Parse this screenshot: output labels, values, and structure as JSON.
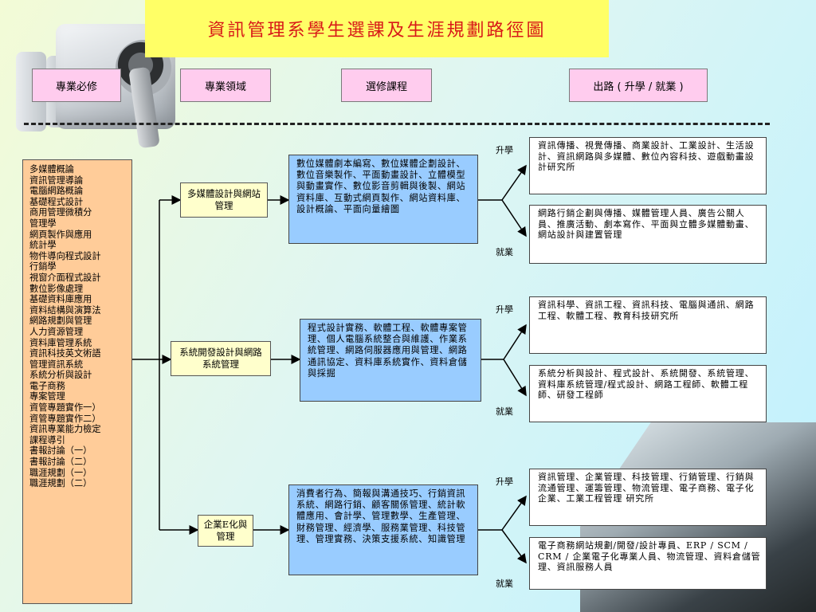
{
  "title": "資訊管理系學生選課及生涯規劃路徑圖",
  "headers": {
    "required": "專業必修",
    "domain": "專業領域",
    "elective": "選修課程",
    "career": "出路 ( 升學 / 就業 )"
  },
  "core_courses": [
    "多媒體概論",
    "資訊管理導論",
    "電腦網路概論",
    "基礎程式設計",
    "商用管理微積分",
    "管理學",
    "網頁製作與應用",
    "統計學",
    "物件導向程式設計",
    "行銷學",
    "視窗介面程式設計",
    "數位影像處理",
    "基礎資料庫應用",
    "資料結構與演算法",
    "網路規劃與管理",
    "人力資源管理",
    "資料庫管理系統",
    "資訊科技英文術語",
    "管理資訊系統",
    "系統分析與設計",
    "電子商務",
    "專案管理",
    "資管專題實作一）",
    "資管專題實作二）",
    "資訊專業能力檢定",
    "課程導引",
    "書報討論（一）",
    "書報討論（二）",
    "職涯規劃（一）",
    "職涯規劃（二）"
  ],
  "tracks": [
    {
      "domain": "多媒體設計與網站管理",
      "electives": "數位媒體劇本編寫、數位媒體企劃設計、數位音樂製作、平面動畫設計、立體模型與動畫實作、數位影音剪輯與後製、網站資料庫、互動式網頁製作、網站資料庫、設計概論、平面向量繪圖",
      "study_label": "升學",
      "study": "資訊傳播、視覺傳播、商業設計、工業設計、生活設計、資訊網路與多媒體、數位內容科技、遊戲動畫設計研究所",
      "work_label": "就業",
      "work": "網路行銷企劃與傳播、媒體管理人員、廣告公關人員、推廣活動、劇本寫作、平面與立體多媒體動畫、網站設計與建置管理"
    },
    {
      "domain": "系統開發設計與網路系統管理",
      "electives": "程式設計實務、軟體工程、軟體專案管理、個人電腦系統整合與維護、作業系統管理、網路伺服器應用與管理、網路通訊協定、資料庫系統實作、資料倉儲與採掘",
      "study_label": "升學",
      "study": "資訊科學、資訊工程、資訊科技、電腦與通訊、網路工程、軟體工程、教育科技研究所",
      "work_label": "就業",
      "work": "系統分析與設計、程式設計、系統開發、系統管理、資料庫系統管理/程式設計、網路工程師、軟體工程師、研發工程師"
    },
    {
      "domain": "企業E化與管理",
      "electives": "消費者行為、簡報與溝通技巧、行銷資訊系統、網路行銷、顧客關係管理、統計軟體應用、會計學、管理數學、生產管理、財務管理、經濟學、服務業管理、科技管理、管理實務、決策支援系統、知識管理",
      "study_label": "升學",
      "study": "資訊管理、企業管理、科技管理、行銷管理、行銷與流通管理、運籌管理、物流管理、電子商務、電子化企業、工業工程管理 研究所",
      "work_label": "就業",
      "work": "電子商務網站規劃/開發/設計專員、ERP / SCM / CRM / 企業電子化專業人員、物流管理、資料倉儲管理、資訊服務人員"
    }
  ]
}
